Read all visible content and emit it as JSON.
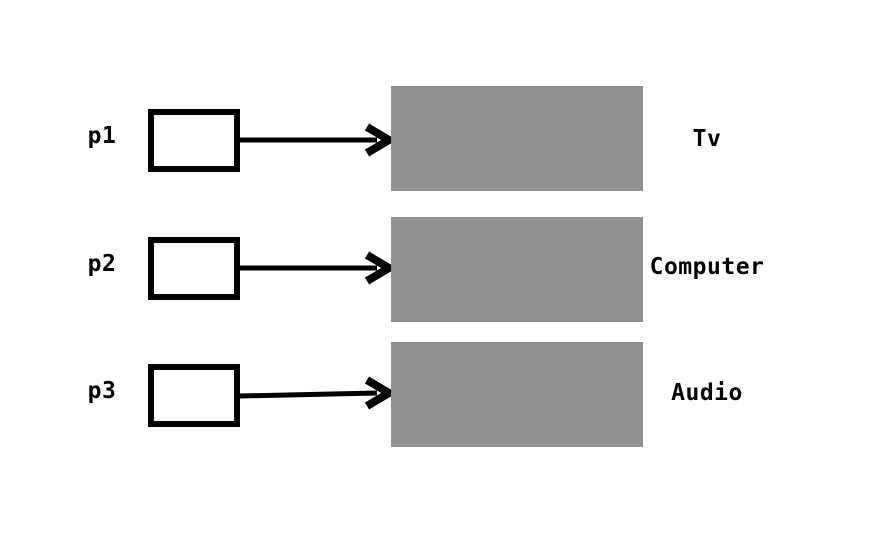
{
  "diagram": {
    "type": "pointer-mapping-diagram",
    "colors": {
      "background": "#ffffff",
      "box_fill": "#ffffff",
      "box_border": "#000000",
      "target_fill": "#919191",
      "arrow": "#000000",
      "text": "#000000"
    },
    "rows": [
      {
        "pointer_label": "p1",
        "target_label": "Tv"
      },
      {
        "pointer_label": "p2",
        "target_label": "Computer"
      },
      {
        "pointer_label": "p3",
        "target_label": "Audio"
      }
    ]
  }
}
